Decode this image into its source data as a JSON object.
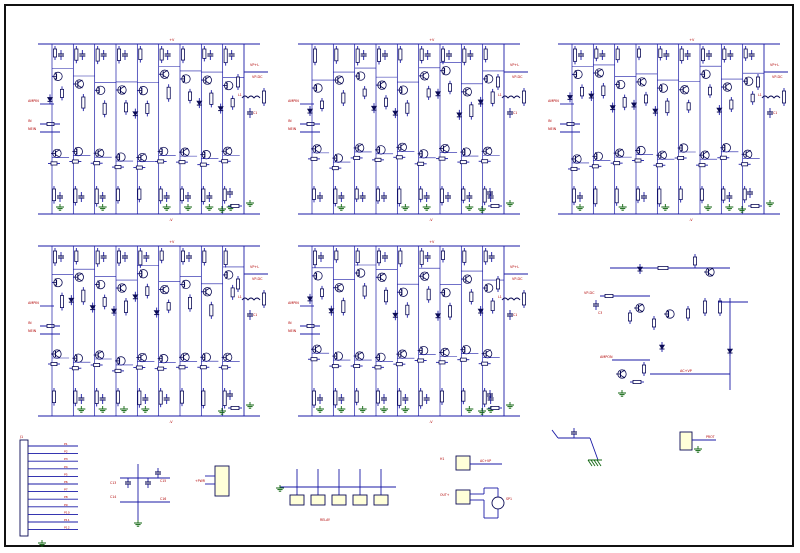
{
  "colors": {
    "wire": "#1a1aa6",
    "component": "#0b0b55",
    "label": "#b00000",
    "power": "#b00000",
    "ground": "#116611",
    "frame": "#111111"
  },
  "amp_labels": {
    "vcc": "+V",
    "vee": "-V",
    "out_pos": "VP+L",
    "out_neg": "VP-DC",
    "in_left": "AMPIN",
    "in_pos": "IN",
    "in_neg": "NEIN",
    "c_label": "C1",
    "l_label": "L1"
  },
  "protect": {
    "in_label": "VP-DC",
    "out_label": "AC+VP",
    "amp_label": "AMPON",
    "cap_label": "C3"
  },
  "connector": {
    "ref": "J1",
    "pins": [
      "P1",
      "P2",
      "P3",
      "P4",
      "P5",
      "P6",
      "P7",
      "P8",
      "P9",
      "P10",
      "P11",
      "P12"
    ]
  },
  "misc": {
    "c_a": "C13",
    "c_b": "C14",
    "c_c": "C15",
    "c_d": "C16",
    "pwr_in": "+PWR",
    "relay": "RELAY",
    "ac_in": "AC+VP",
    "out_lbl": "OUT+",
    "speaker": "SP1",
    "prot": "PROT",
    "h_terminal": "H1"
  }
}
